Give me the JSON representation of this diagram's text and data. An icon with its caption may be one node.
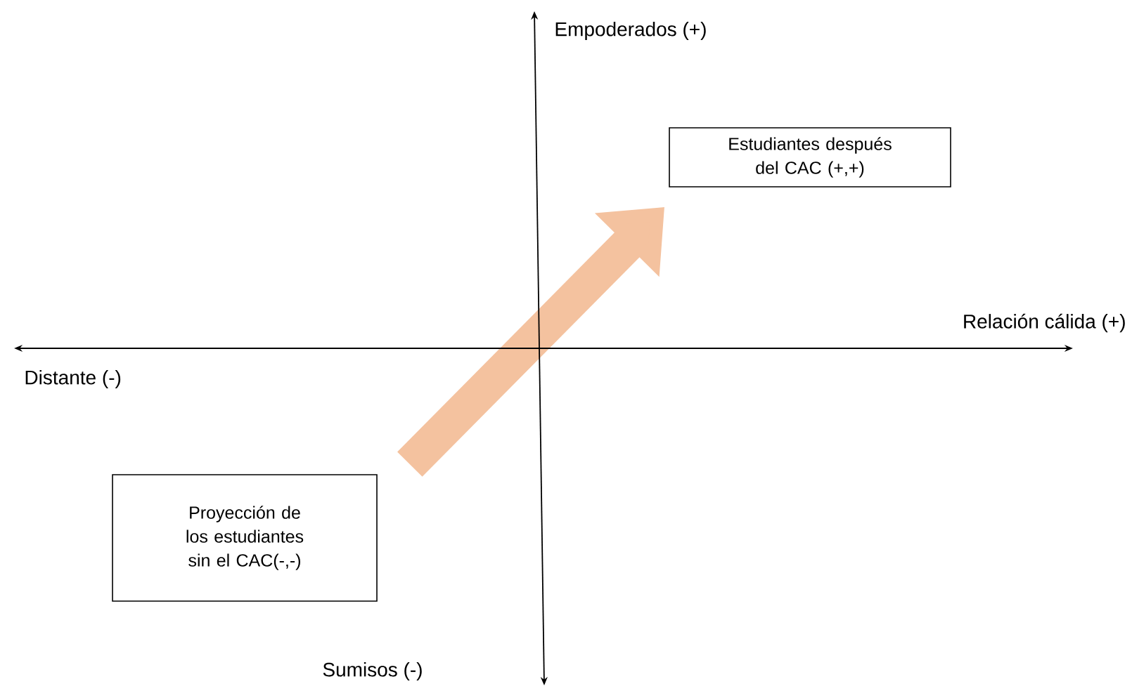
{
  "diagram": {
    "nodes": [
      {
        "text": [
          "Estudiantes después del CAC (+,+)"
        ]
      },
      {
        "text": [
          "Proyección de los estudiantes sin el CAC(-,-)"
        ]
      }
    ],
    "edges": [
      {
        "from": 1,
        "to": 0,
        "arrow": "to",
        "color": "#f4c29f"
      }
    ],
    "labels": [
      "Empoderados (+)",
      "Relación cálida (+)",
      "Distante (-)",
      "Sumisos (-)"
    ]
  }
}
